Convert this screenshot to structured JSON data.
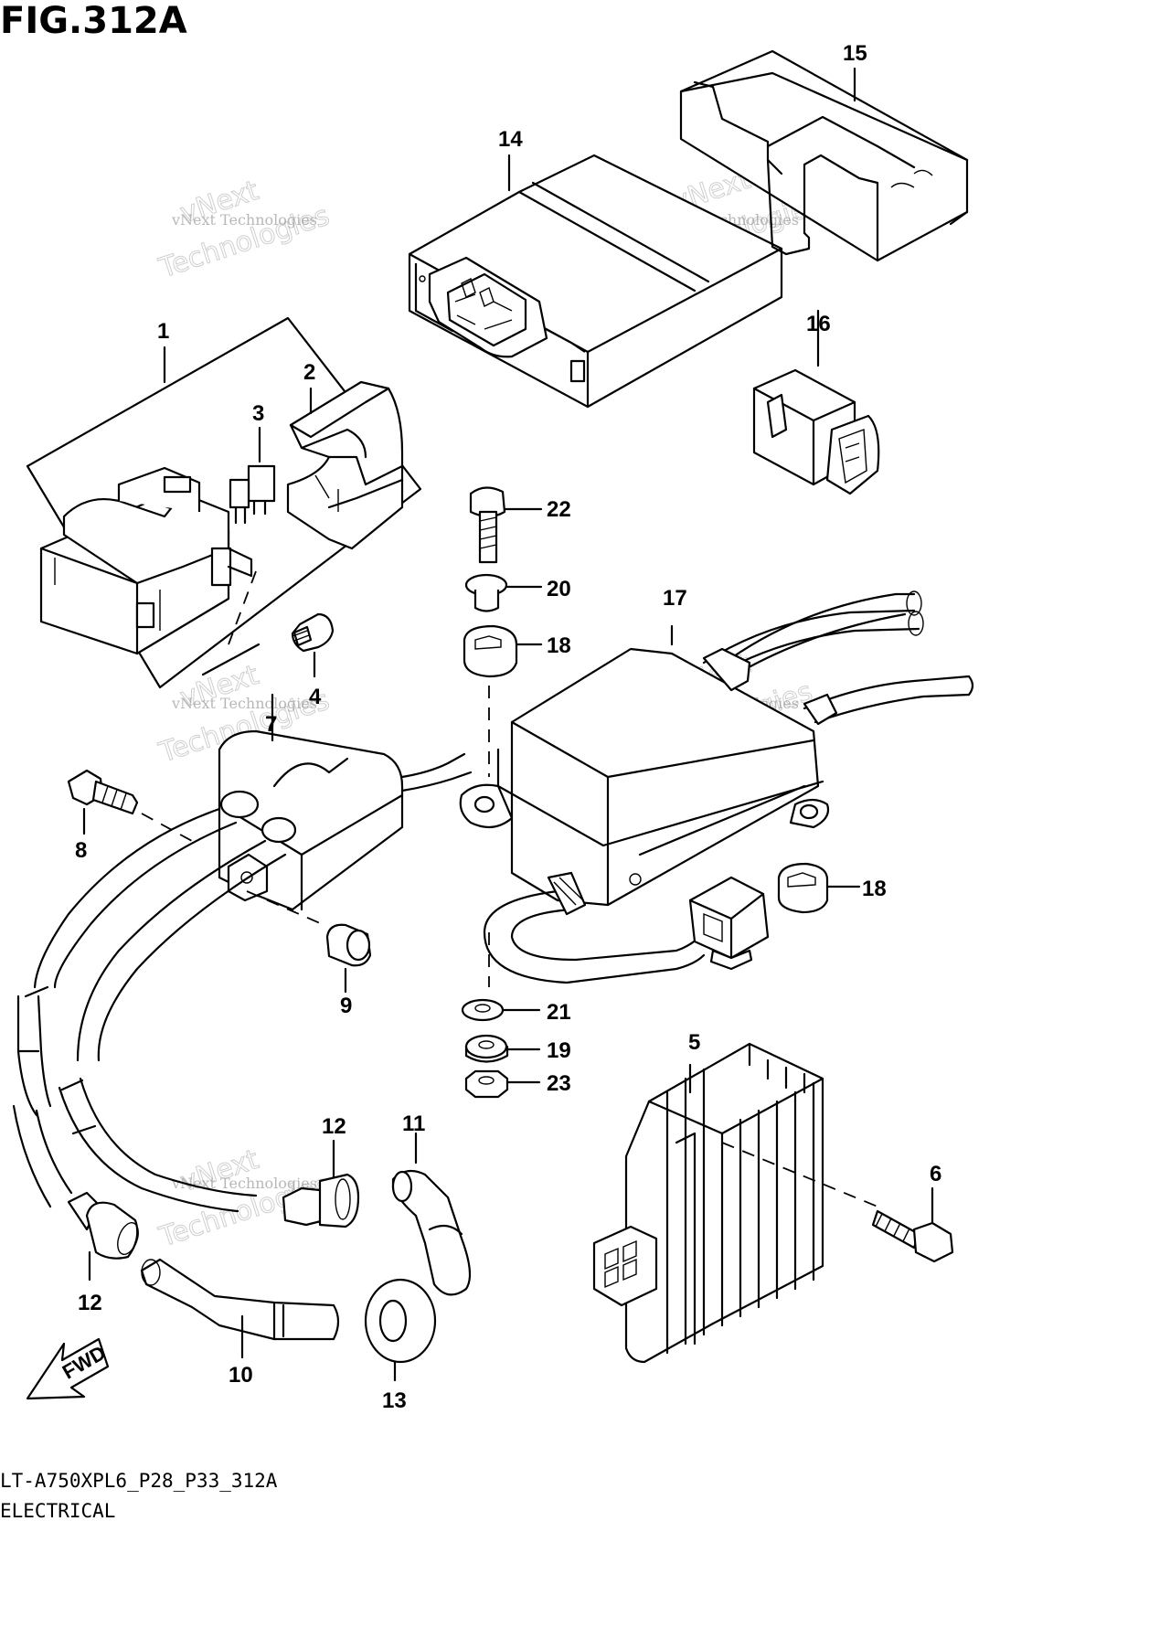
{
  "figure": {
    "title": "FIG.312A",
    "model_code": "LT-A750XPL6_P28_P33_312A",
    "section": "ELECTRICAL",
    "fwd_label": "FWD"
  },
  "watermark": {
    "line1": "vNext Technologies",
    "line2": "vNext",
    "line3": "Technologies"
  },
  "callouts": [
    "1",
    "2",
    "3",
    "4",
    "5",
    "6",
    "7",
    "8",
    "9",
    "10",
    "11",
    "12",
    "12",
    "13",
    "14",
    "15",
    "16",
    "17",
    "18",
    "18",
    "19",
    "20",
    "21",
    "22",
    "23"
  ]
}
